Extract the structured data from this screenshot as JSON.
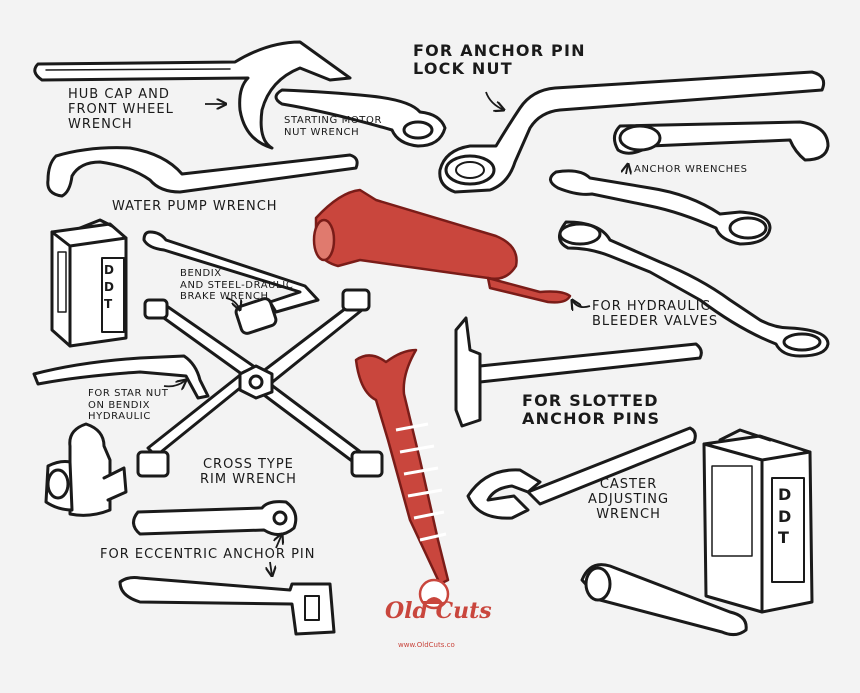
{
  "colors": {
    "ink": "#1a1a1a",
    "accent": "#c9463d",
    "paper": "#f3f3f3",
    "white": "#ffffff"
  },
  "labels": {
    "anchor_pin_lock_nut": "FOR ANCHOR PIN\nLOCK NUT",
    "hub_cap": "HUB CAP AND\nFRONT WHEEL\nWRENCH",
    "starting_motor": "STARTING MOTOR\nNUT WRENCH",
    "water_pump": "WATER PUMP WRENCH",
    "anchor_wrenches": "ANCHOR WRENCHES",
    "bendix_brake": "BENDIX\nAND STEEL-DRAULIC\nBRAKE WRENCH",
    "hydraulic_bleeder": "FOR HYDRAULIC\nBLEEDER VALVES",
    "star_nut": "FOR STAR NUT\nON BENDIX\nHYDRAULIC",
    "slotted_anchor": "FOR SLOTTED\nANCHOR PINS",
    "cross_type": "CROSS TYPE\nRIM WRENCH",
    "caster": "CASTER\nADJUSTING\nWRENCH",
    "eccentric": "FOR ECCENTRIC ANCHOR PIN"
  },
  "can_label": "DDT",
  "logo": {
    "brand": "Old Cuts",
    "url": "www.OldCuts.co"
  },
  "icons": [
    "hub-cap-wrench-icon",
    "starting-motor-wrench-icon",
    "anchor-pin-lock-nut-wrench-icon",
    "anchor-wrench-icon",
    "water-pump-wrench-icon",
    "grease-gun-icon",
    "ddt-can-icon",
    "bendix-brake-wrench-icon",
    "hydraulic-bleeder-wrench-icon",
    "star-nut-wrench-icon",
    "cross-rim-wrench-icon",
    "slotted-pin-hammer-icon",
    "screw-icon",
    "caster-wrench-icon",
    "eccentric-anchor-wrench-icon",
    "oil-can-icon",
    "old-cuts-logo-icon"
  ]
}
